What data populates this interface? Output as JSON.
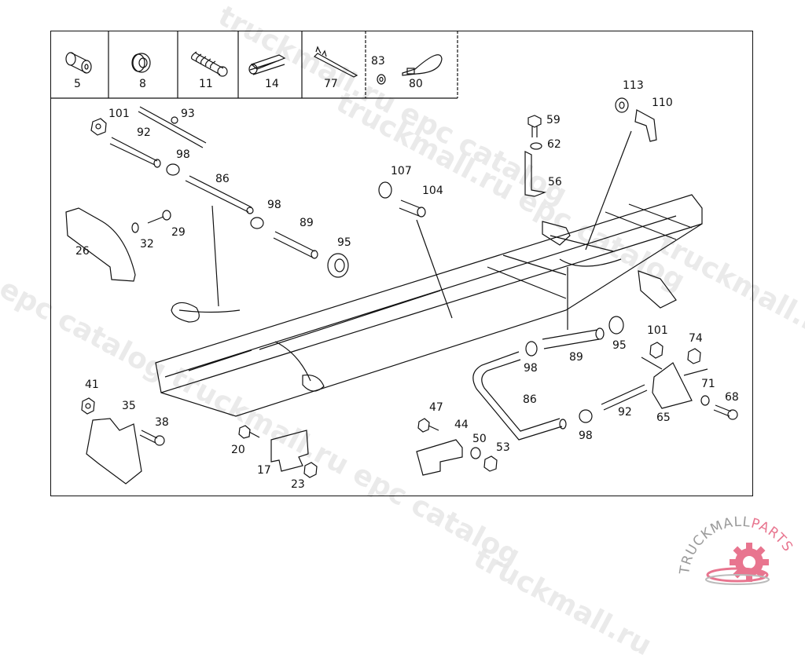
{
  "diagram": {
    "title": "",
    "legend_cells": [
      {
        "label": "5",
        "icon": "sleeve"
      },
      {
        "label": "8",
        "icon": "grommet"
      },
      {
        "label": "11",
        "icon": "corrugated-tube"
      },
      {
        "label": "14",
        "icon": "double-hose-clip"
      },
      {
        "label": "77",
        "icon": "cable-tie-strip"
      },
      {
        "labels": [
          "83",
          "80"
        ],
        "icon": "washer-and-cable-tie"
      }
    ],
    "callouts": {
      "c101a": "101",
      "c93": "93",
      "c92a": "92",
      "c98a": "98",
      "c86a": "86",
      "c98b": "98",
      "c89a": "89",
      "c95a": "95",
      "c26": "26",
      "c32": "32",
      "c29": "29",
      "c107": "107",
      "c104": "104",
      "c59": "59",
      "c62": "62",
      "c56": "56",
      "c113": "113",
      "c110": "110",
      "c98c": "98",
      "c89b": "89",
      "c95b": "95",
      "c101b": "101",
      "c74": "74",
      "c71": "71",
      "c68": "68",
      "c92b": "92",
      "c65": "65",
      "c86b": "86",
      "c98d": "98",
      "c41": "41",
      "c35": "35",
      "c38": "38",
      "c20": "20",
      "c17": "17",
      "c23": "23",
      "c47": "47",
      "c44": "44",
      "c50": "50",
      "c53": "53"
    }
  },
  "watermarks": {
    "w1": "truckmall.ru epc catalog",
    "w2": "truckmall.ru epc catalog",
    "w3": "y epc catalog",
    "w4": "truckmall.ru epc catalog",
    "w5": "truckmall.ru e",
    "w6": "truckmall.ru"
  },
  "logo": {
    "text_main": "TRUCKMALL",
    "text_accent": "PARTS",
    "accent_color": "#e8758f",
    "gray_color": "#9a9a9a"
  }
}
